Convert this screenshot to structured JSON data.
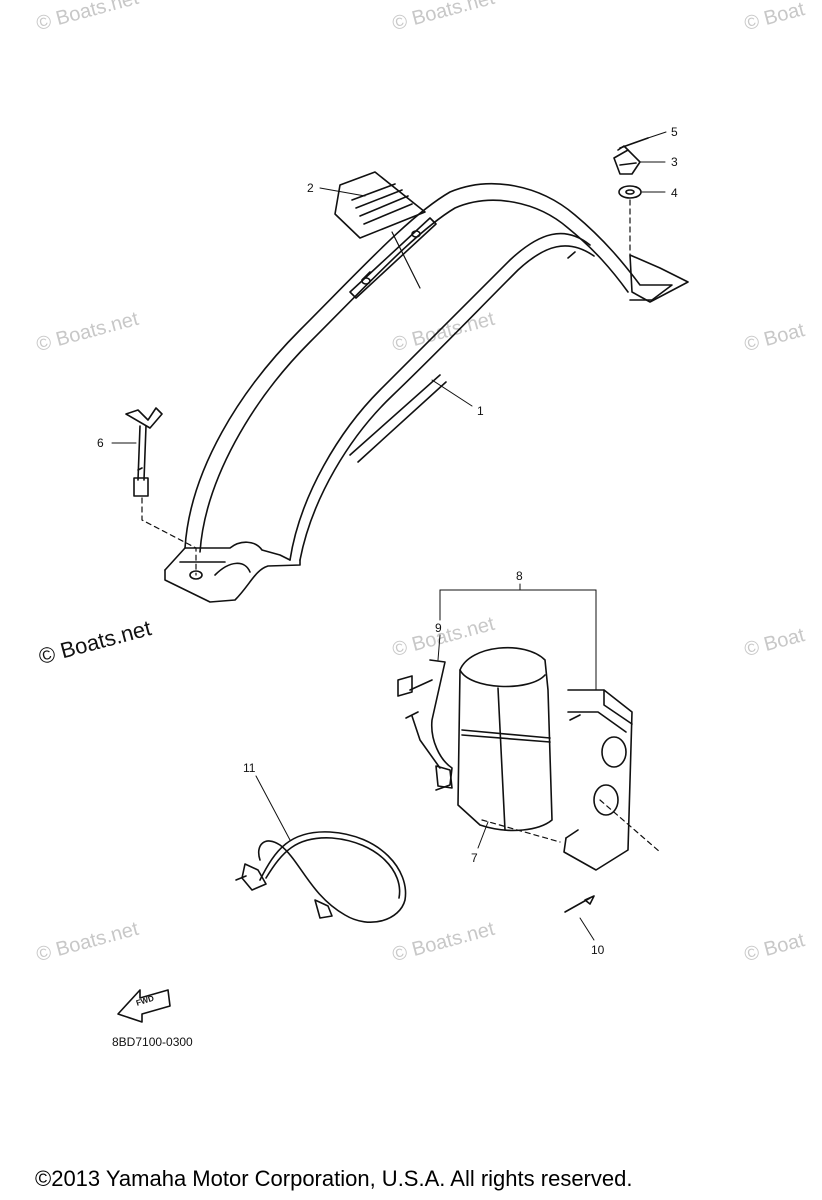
{
  "watermark": {
    "faint_text": "© Boats.net",
    "faint_text_partial": "© Boat",
    "strong_text": "© Boats.net"
  },
  "callouts": {
    "c1": "1",
    "c2": "2",
    "c3": "3",
    "c4": "4",
    "c5": "5",
    "c6": "6",
    "c7": "7",
    "c8": "8",
    "c9": "9",
    "c10": "10",
    "c11": "11"
  },
  "fwd_label": "FWD",
  "part_code": "8BD7100-0300",
  "copyright": "©2013 Yamaha Motor Corporation, U.S.A. All rights reserved."
}
